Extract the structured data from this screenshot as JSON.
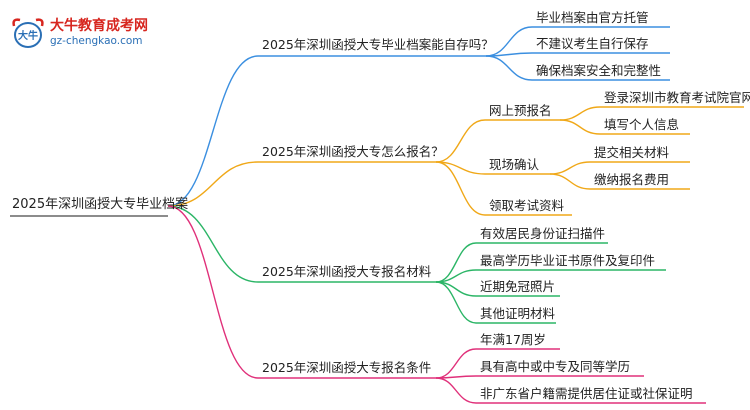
{
  "logo": {
    "title": "大牛教育成考网",
    "subtitle": "gz-chengkao.com",
    "mark_text": "大牛"
  },
  "root": {
    "label": "2025年深圳函授大专毕业档案"
  },
  "branches": [
    {
      "label": "2025年深圳函授大专毕业档案能自存吗？",
      "color": "#3b8fe0",
      "children": [
        {
          "label": "毕业档案由官方托管"
        },
        {
          "label": "不建议考生自行保存"
        },
        {
          "label": "确保档案安全和完整性"
        }
      ]
    },
    {
      "label": "2025年深圳函授大专怎么报名？",
      "color": "#f0a818",
      "children": [
        {
          "label": "网上预报名",
          "children": [
            {
              "label": "登录深圳市教育考试院官网"
            },
            {
              "label": "填写个人信息"
            }
          ]
        },
        {
          "label": "现场确认",
          "children": [
            {
              "label": "提交相关材料"
            },
            {
              "label": "缴纳报名费用"
            }
          ]
        },
        {
          "label": "领取考试资料"
        }
      ]
    },
    {
      "label": "2025年深圳函授大专报名材料",
      "color": "#2bb566",
      "children": [
        {
          "label": "有效居民身份证扫描件"
        },
        {
          "label": "最高学历毕业证书原件及复印件"
        },
        {
          "label": "近期免冠照片"
        },
        {
          "label": "其他证明材料"
        }
      ]
    },
    {
      "label": "2025年深圳函授大专报名条件",
      "color": "#e0307a",
      "children": [
        {
          "label": "年满17周岁"
        },
        {
          "label": "具有高中或中专及同等学历"
        },
        {
          "label": "非广东省户籍需提供居住证或社保证明"
        }
      ]
    }
  ]
}
